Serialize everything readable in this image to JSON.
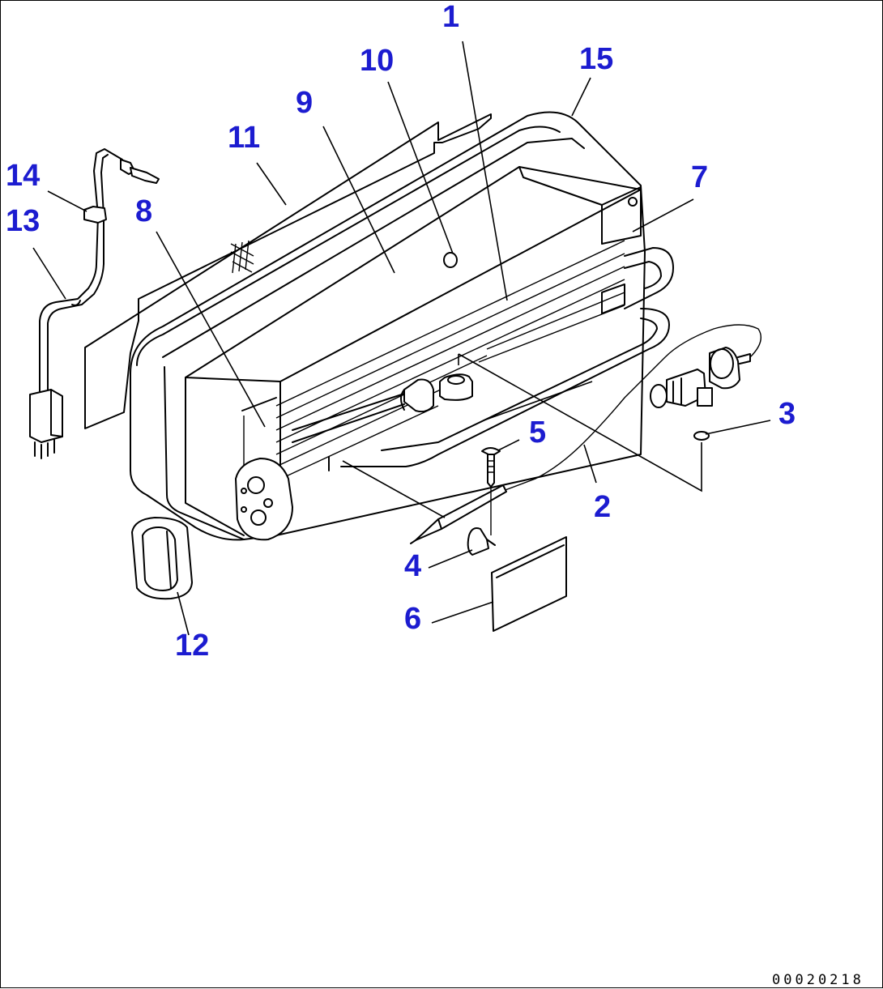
{
  "callouts": {
    "c1": "1",
    "c2": "2",
    "c3": "3",
    "c4": "4",
    "c5": "5",
    "c6": "6",
    "c7": "7",
    "c8": "8",
    "c9": "9",
    "c10": "10",
    "c11": "11",
    "c12": "12",
    "c13": "13",
    "c14": "14",
    "c15": "15"
  },
  "drawing_code": "00020218",
  "colors": {
    "callout": "#1c1cd0",
    "line": "#000000",
    "background": "#ffffff"
  }
}
